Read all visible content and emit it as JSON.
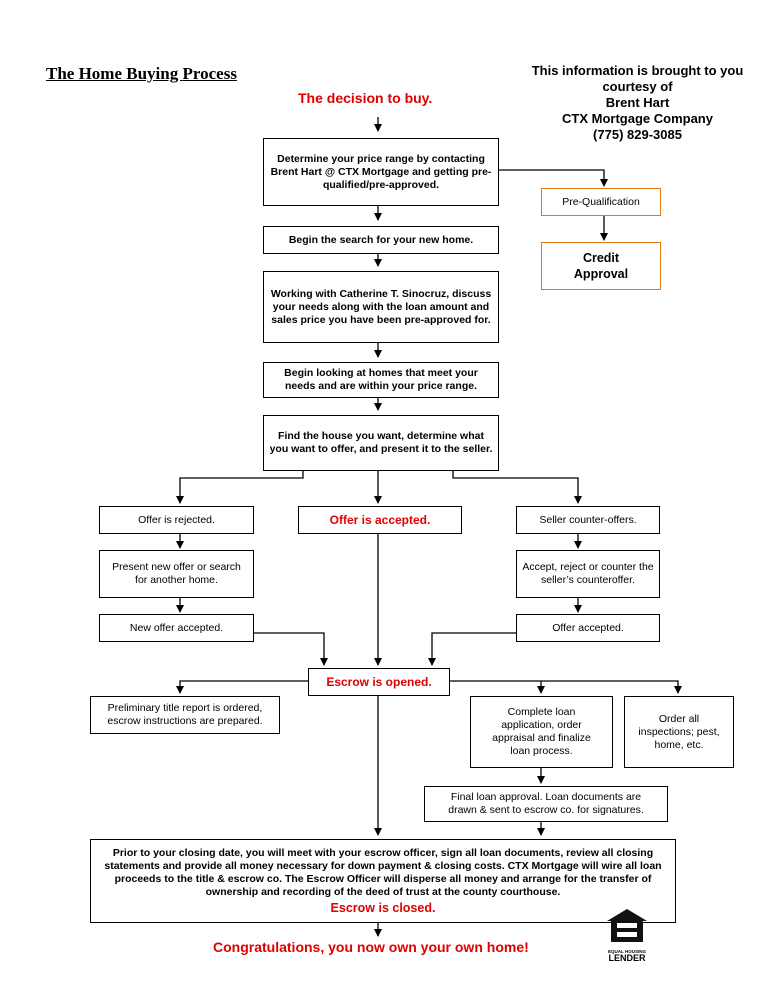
{
  "title": "The Home Buying Process",
  "courtesy": {
    "line1": "This information is brought to you",
    "line2": "courtesy of",
    "line3": "Brent Hart",
    "line4": "CTX Mortgage Company",
    "line5": "(775) 829-3085"
  },
  "decision": "The decision to buy.",
  "steps": {
    "price_range": "Determine your price range by contacting Brent Hart @ CTX Mortgage and getting pre-qualified/pre-approved.",
    "begin_search": "Begin the search for your new home.",
    "working_with": "Working with Catherine T. Sinocruz, discuss your needs along with the loan amount and sales price you have been pre-approved for.",
    "begin_looking": "Begin looking at homes that meet your needs and are within your price range.",
    "find_house": "Find the house you want, determine what you want to offer, and present it to the seller.",
    "offer_rejected": "Offer is rejected.",
    "offer_accepted": "Offer is accepted.",
    "seller_counter": "Seller counter-offers.",
    "present_new": "Present new offer or search for another home.",
    "accept_reject": "Accept, reject or counter the seller’s counteroffer.",
    "new_offer_accepted": "New offer accepted.",
    "offer_accepted_2": "Offer accepted.",
    "escrow_opened": "Escrow is opened.",
    "prelim_title": "Preliminary title report is ordered, escrow instructions are prepared.",
    "complete_loan": "Complete loan application, order appraisal and finalize loan process.",
    "order_inspections": "Order all inspections; pest, home, etc.",
    "final_loan": "Final loan approval. Loan documents are drawn & sent to escrow co. for signatures.",
    "closing": "Prior to your closing date, you will meet with your escrow officer, sign all loan documents, review all closing statements and provide all money necessary for down payment & closing costs. CTX Mortgage will wire all loan proceeds to the title & escrow co. The Escrow Officer will disperse all money and arrange for the transfer of ownership and recording of the deed of trust at the county courthouse.",
    "escrow_closed": "Escrow is closed."
  },
  "side": {
    "prequal": "Pre-Qualification",
    "credit_approval": "Credit Approval"
  },
  "congrats": "Congratulations, you now own your own home!",
  "logo": {
    "icon": "equal-housing-lender-icon",
    "line1": "EQUAL HOUSING",
    "line2": "LENDER"
  },
  "colors": {
    "accent_red": "#e00000",
    "orange_border": "#e07a10"
  }
}
